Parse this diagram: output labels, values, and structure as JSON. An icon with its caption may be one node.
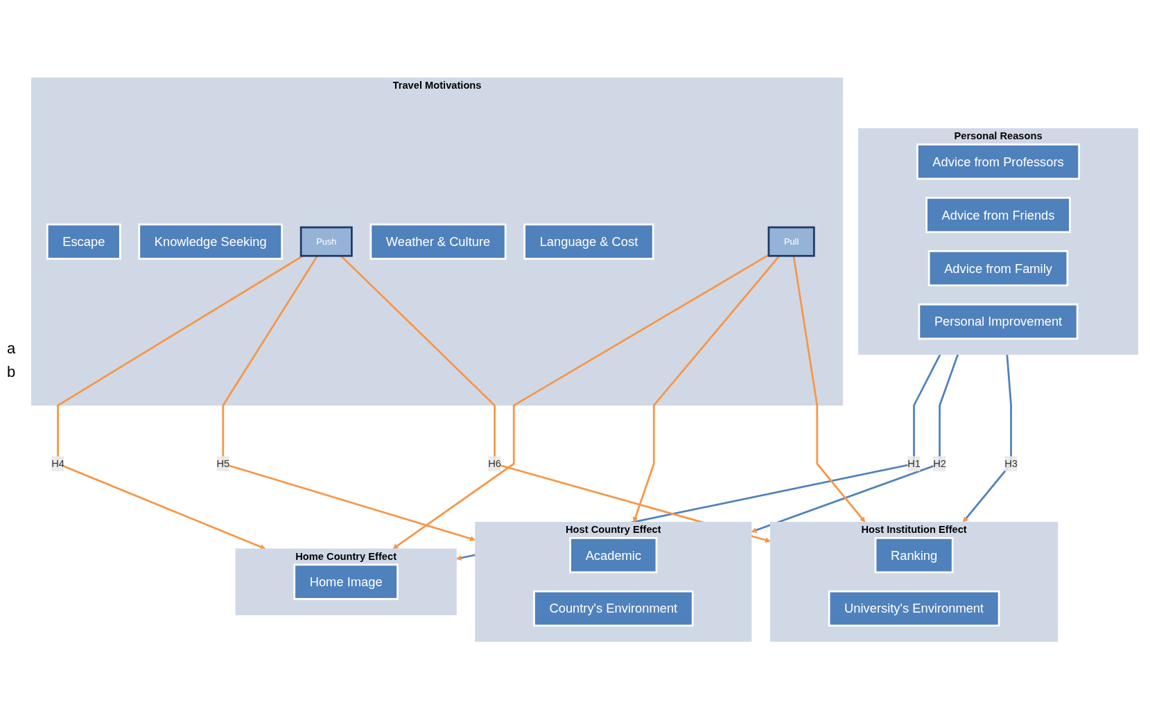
{
  "diagram": {
    "nodes": [
      {
        "text": [
          "Personal Reasons"
        ]
      },
      {
        "text": [
          "Advice from Professors"
        ],
        "in": 0
      },
      {
        "text": [
          "Advice from Friends"
        ],
        "in": 0
      },
      {
        "text": [
          "Advice from Family"
        ],
        "in": 0
      },
      {
        "text": [
          "Personal Improvement"
        ],
        "in": 0
      },
      {
        "text": [
          "Travel Motivations"
        ]
      },
      {
        "text": [
          "Escape"
        ],
        "in": 5
      },
      {
        "text": [
          "Knowledge Seeking"
        ],
        "in": 5
      },
      {
        "text": [
          "Push"
        ],
        "in": 5
      },
      {
        "text": [
          "Weather & Culture"
        ],
        "in": 5
      },
      {
        "text": [
          "Language & Cost"
        ],
        "in": 5
      },
      {
        "text": [
          "Pull"
        ],
        "in": 5
      },
      {
        "text": [
          "Home Country Effect"
        ]
      },
      {
        "text": [
          "Home Image"
        ],
        "in": 12
      },
      {
        "text": [
          "Host Country Effect"
        ]
      },
      {
        "text": [
          "Academic"
        ],
        "in": 14
      },
      {
        "text": [
          "Country's Environment"
        ],
        "in": 14
      },
      {
        "text": [
          "Host Institution Effect"
        ]
      },
      {
        "text": [
          "Ranking"
        ],
        "in": 17
      },
      {
        "text": [
          "University's Environment"
        ],
        "in": 17
      }
    ],
    "edges": [
      {
        "from": 0,
        "to": 12,
        "arrow": "to",
        "label": "H1",
        "color": "#4f81bd"
      },
      {
        "from": 0,
        "to": 14,
        "arrow": "to",
        "label": "H2",
        "color": "#4f81bd"
      },
      {
        "from": 0,
        "to": 17,
        "arrow": "to",
        "label": "H3",
        "color": "#4f81bd"
      },
      {
        "from": 8,
        "to": 12,
        "arrow": "to",
        "label": "H4"
      },
      {
        "from": 8,
        "to": 14,
        "arrow": "to",
        "label": "H5"
      },
      {
        "from": 8,
        "to": 17,
        "arrow": "to",
        "label": "H6"
      },
      {
        "from": 11,
        "to": 12,
        "arrow": "to"
      },
      {
        "from": 11,
        "to": 14,
        "arrow": "to"
      },
      {
        "from": 11,
        "to": 17,
        "arrow": "to"
      }
    ],
    "labels": [
      "a",
      "b"
    ]
  }
}
